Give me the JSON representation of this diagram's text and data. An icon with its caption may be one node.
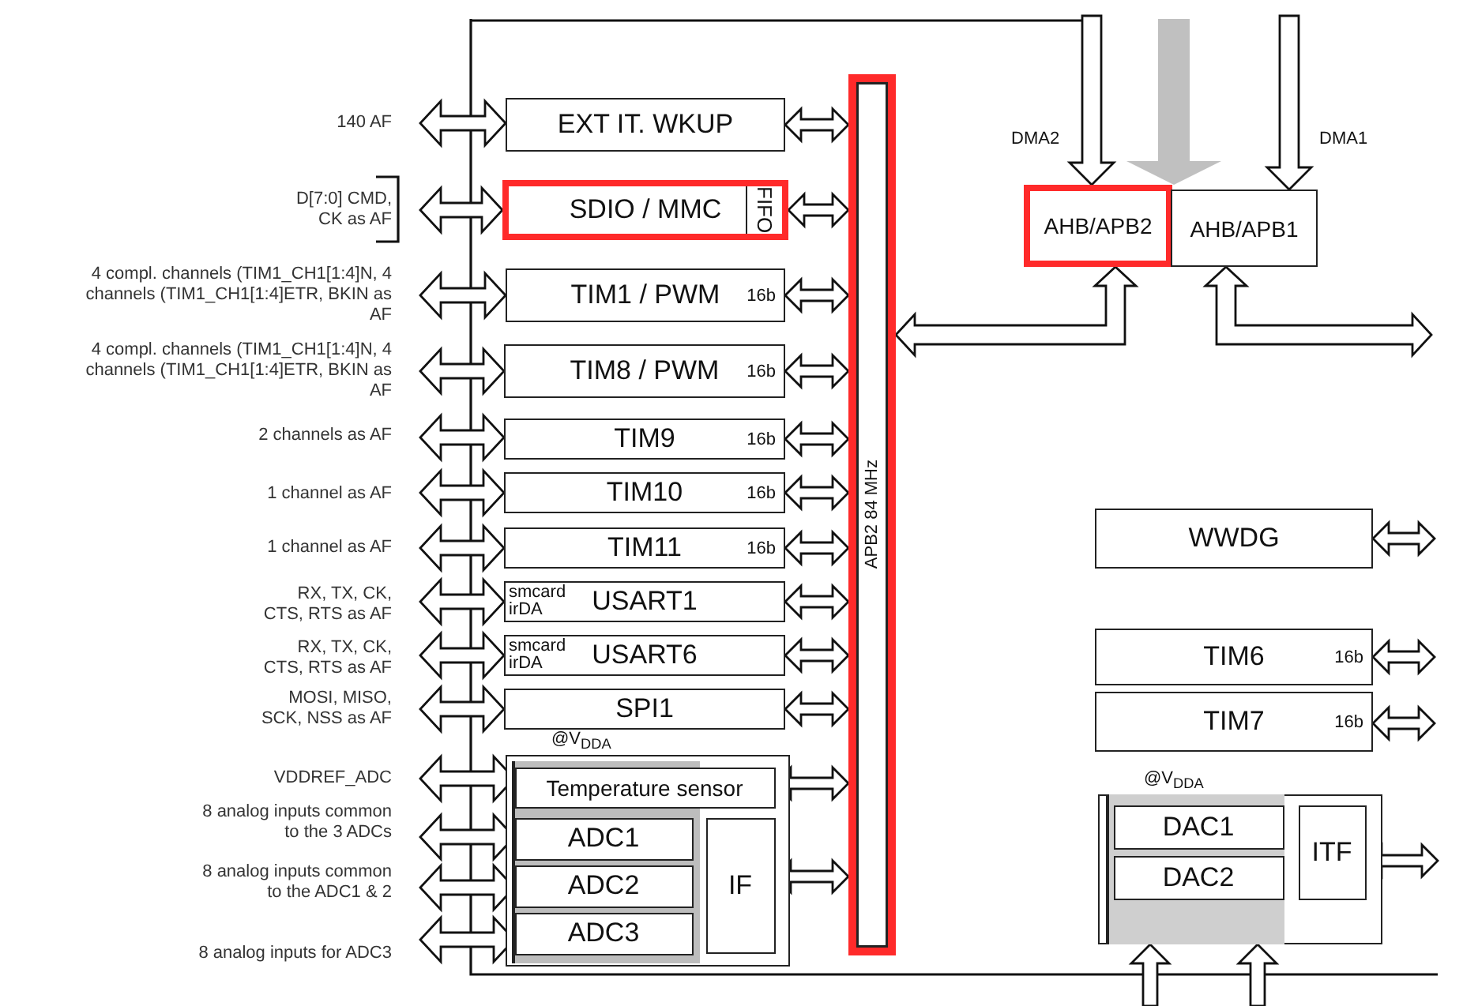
{
  "diagram": {
    "nodes": [
      {
        "text": [
          "140 AF"
        ]
      },
      {
        "text": [
          "EXT IT. WKUP"
        ]
      },
      {
        "text": [
          "D[7:0] CMD, CK as AF"
        ]
      },
      {
        "text": [
          "SDIO / MMC",
          "FIFO"
        ]
      },
      {
        "text": [
          "4 compl. channels (TIM1_CH1[1:4]N, 4 channels (TIM1_CH1[1:4]ETR, BKIN as AF"
        ]
      },
      {
        "text": [
          "TIM1 / PWM",
          "16b"
        ]
      },
      {
        "text": [
          "4 compl. channels (TIM1_CH1[1:4]N, 4 channels (TIM1_CH1[1:4]ETR, BKIN as AF"
        ]
      },
      {
        "text": [
          "TIM8 / PWM",
          "16b"
        ]
      },
      {
        "text": [
          "2 channels as AF"
        ]
      },
      {
        "text": [
          "TIM9",
          "16b"
        ]
      },
      {
        "text": [
          "1 channel as AF"
        ]
      },
      {
        "text": [
          "TIM10",
          "16b"
        ]
      },
      {
        "text": [
          "1 channel as AF"
        ]
      },
      {
        "text": [
          "TIM11",
          "16b"
        ]
      },
      {
        "text": [
          "RX, TX, CK, CTS, RTS as AF"
        ]
      },
      {
        "text": [
          "smcard irDA",
          "USART1"
        ]
      },
      {
        "text": [
          "RX, TX, CK, CTS, RTS as AF"
        ]
      },
      {
        "text": [
          "smcard irDA",
          "USART6"
        ]
      },
      {
        "text": [
          "MOSI, MISO, SCK, NSS as AF"
        ]
      },
      {
        "text": [
          "SPI1"
        ]
      },
      {
        "text": [
          "@V$_{DDA}$"
        ]
      },
      {
        "text": [
          "Temperature sensor"
        ],
        "in": 20
      },
      {
        "text": [
          "ADC1"
        ],
        "in": 20
      },
      {
        "text": [
          "ADC2"
        ],
        "in": 20
      },
      {
        "text": [
          "ADC3"
        ],
        "in": 20
      },
      {
        "text": [
          "IF"
        ],
        "in": 20
      },
      {
        "text": [
          "VDDREF_ADC"
        ]
      },
      {
        "text": [
          "8 analog inputs common to the 3 ADCs"
        ]
      },
      {
        "text": [
          "8 analog inputs common to the ADC1 & 2"
        ]
      },
      {
        "text": [
          "8 analog inputs for ADC3"
        ]
      },
      {
        "text": [
          "APB2 84 MHz"
        ]
      },
      {
        "text": [
          "AHB/APB2"
        ]
      },
      {
        "text": [
          "AHB/APB1"
        ]
      },
      {
        "text": [
          "WWDG"
        ]
      },
      {
        "text": [
          "TIM6",
          "16b"
        ]
      },
      {
        "text": [
          "TIM7",
          "16b"
        ]
      },
      {
        "text": [
          "@V$_{DDA}$"
        ]
      },
      {
        "text": [
          "DAC1"
        ],
        "in": 36
      },
      {
        "text": [
          "DAC2"
        ],
        "in": 36
      },
      {
        "text": [
          "ITF"
        ],
        "in": 36
      }
    ],
    "edges": [
      {
        "from": 0,
        "to": 1,
        "arrow": "both"
      },
      {
        "from": 2,
        "to": 3,
        "arrow": "both"
      },
      {
        "from": 4,
        "to": 5,
        "arrow": "both"
      },
      {
        "from": 6,
        "to": 7,
        "arrow": "both"
      },
      {
        "from": 8,
        "to": 9,
        "arrow": "both"
      },
      {
        "from": 10,
        "to": 11,
        "arrow": "both"
      },
      {
        "from": 12,
        "to": 13,
        "arrow": "both"
      },
      {
        "from": 14,
        "to": 15,
        "arrow": "both"
      },
      {
        "from": 16,
        "to": 17,
        "arrow": "both"
      },
      {
        "from": 18,
        "to": 19,
        "arrow": "both"
      },
      {
        "from": 26,
        "to": 21,
        "arrow": "both"
      },
      {
        "from": 27,
        "to": 22,
        "arrow": "both"
      },
      {
        "from": 28,
        "to": 23,
        "arrow": "both"
      },
      {
        "from": 29,
        "to": 24,
        "arrow": "both"
      },
      {
        "from": 1,
        "to": 30,
        "arrow": "both"
      },
      {
        "from": 3,
        "to": 30,
        "arrow": "both"
      },
      {
        "from": 5,
        "to": 30,
        "arrow": "both"
      },
      {
        "from": 7,
        "to": 30,
        "arrow": "both"
      },
      {
        "from": 9,
        "to": 30,
        "arrow": "both"
      },
      {
        "from": 11,
        "to": 30,
        "arrow": "both"
      },
      {
        "from": 13,
        "to": 30,
        "arrow": "both"
      },
      {
        "from": 15,
        "to": 30,
        "arrow": "both"
      },
      {
        "from": 17,
        "to": 30,
        "arrow": "both"
      },
      {
        "from": 19,
        "to": 30,
        "arrow": "both"
      },
      {
        "from": 21,
        "to": 30,
        "arrow": "both"
      },
      {
        "from": 25,
        "to": 30,
        "arrow": "both"
      },
      {
        "from": 30,
        "to": 31,
        "arrow": "both"
      },
      {
        "from": null,
        "to": 31,
        "arrow": "to",
        "label": "DMA2"
      },
      {
        "from": null,
        "to": 31,
        "arrow": "to",
        "style": "thick",
        "color": "#c0c0c0"
      },
      {
        "from": null,
        "to": 32,
        "arrow": "to",
        "label": "DMA1"
      },
      {
        "from": 32,
        "to": null,
        "arrow": "both"
      },
      {
        "from": 33,
        "to": null,
        "arrow": "both"
      },
      {
        "from": 34,
        "to": null,
        "arrow": "both"
      },
      {
        "from": 35,
        "to": null,
        "arrow": "both"
      },
      {
        "from": 39,
        "to": null,
        "arrow": "both"
      },
      {
        "from": null,
        "to": 36,
        "arrow": "to"
      },
      {
        "from": null,
        "to": 36,
        "arrow": "to"
      }
    ]
  }
}
